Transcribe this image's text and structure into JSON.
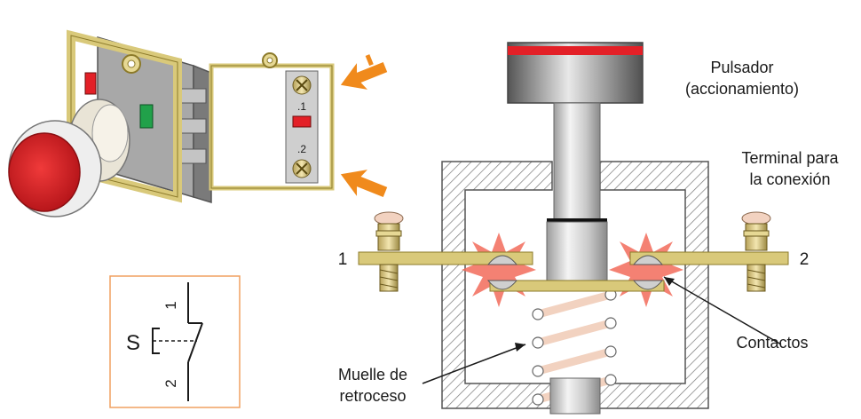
{
  "labels": {
    "pushbutton_line1": "Pulsador",
    "pushbutton_line2": "(accionamiento)",
    "terminal_line1": "Terminal para",
    "terminal_line2": "la conexión",
    "contacts": "Contactos",
    "spring_line1": "Muelle de",
    "spring_line2": "retroceso",
    "terminal_left_number": "1",
    "terminal_right_number": "2"
  },
  "block_labels": {
    "contact_top": ".1",
    "contact_bottom": ".2"
  },
  "symbol": {
    "name": "S",
    "top_number": "1",
    "bottom_number": "2"
  },
  "colors": {
    "button_red": "#e32027",
    "brass": "#d9c97a",
    "brass_dark": "#8c7a2a",
    "arrow_orange": "#f08a1c",
    "symbol_border": "#f0a060",
    "housing_grey": "#9a9a9a",
    "spring": "#f2d2c0",
    "spark": "#f26b5b"
  }
}
